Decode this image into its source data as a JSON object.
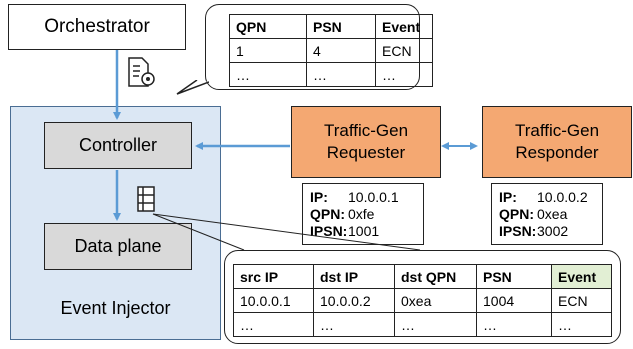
{
  "orchestrator": {
    "label": "Orchestrator"
  },
  "controller": {
    "label": "Controller"
  },
  "data_plane": {
    "label": "Data plane"
  },
  "event_injector": {
    "label": "Event Injector"
  },
  "requester": {
    "line1": "Traffic-Gen",
    "line2": "Requester"
  },
  "responder": {
    "line1": "Traffic-Gen",
    "line2": "Responder"
  },
  "requester_info": {
    "ip_key": "IP:",
    "ip_val": "10.0.0.1",
    "qpn_key": "QPN:",
    "qpn_val": "0xfe",
    "ipsn_key": "IPSN:",
    "ipsn_val": "1001"
  },
  "responder_info": {
    "ip_key": "IP:",
    "ip_val": "10.0.0.2",
    "qpn_key": "QPN:",
    "qpn_val": "0xea",
    "ipsn_key": "IPSN:",
    "ipsn_val": "3002"
  },
  "orch_table": {
    "headers": [
      "QPN",
      "PSN",
      "Event"
    ],
    "rows": [
      [
        "1",
        "4",
        "ECN"
      ],
      [
        "…",
        "…",
        "…"
      ]
    ]
  },
  "dp_table": {
    "headers": [
      "src IP",
      "dst IP",
      "dst QPN",
      "PSN",
      "Event"
    ],
    "rows": [
      [
        "10.0.0.1",
        "10.0.0.2",
        "0xea",
        "1004",
        "ECN"
      ],
      [
        "…",
        "…",
        "…",
        "…",
        "…"
      ]
    ]
  },
  "icons": {
    "config": "config-file-icon",
    "table": "table-icon"
  },
  "colors": {
    "arrow": "#5b9bd5",
    "traffic_gen": "#f4a872",
    "injector_bg": "#dbe7f4",
    "event_header": "#e2efd4",
    "node_gray": "#d9d9d9"
  }
}
